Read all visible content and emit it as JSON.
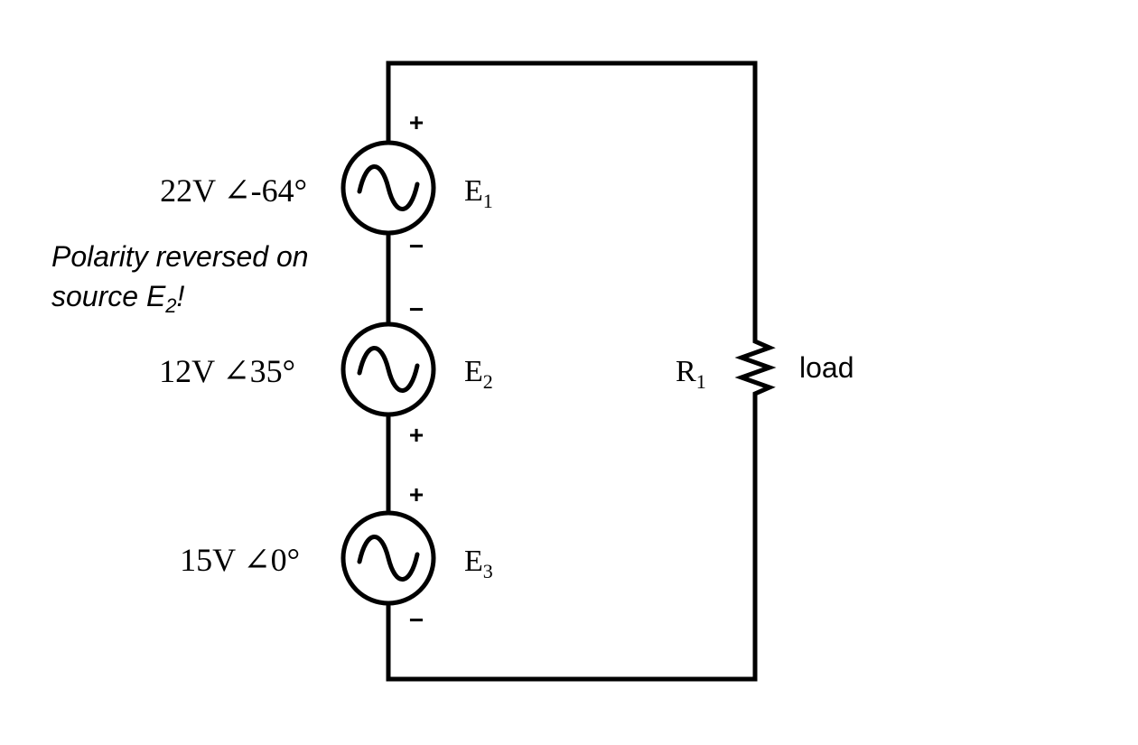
{
  "sources": [
    {
      "label": "E",
      "sub": "1",
      "value": "22V ∠-64°",
      "top_polarity": "+",
      "bottom_polarity": "−"
    },
    {
      "label": "E",
      "sub": "2",
      "value": "12V ∠35°",
      "top_polarity": "−",
      "bottom_polarity": "+"
    },
    {
      "label": "E",
      "sub": "3",
      "value": "15V ∠0°",
      "top_polarity": "+",
      "bottom_polarity": "−"
    }
  ],
  "note": {
    "line1": "Polarity reversed on",
    "line2_prefix": "source E",
    "line2_sub": "2",
    "line2_suffix": "!"
  },
  "resistor": {
    "label": "R",
    "sub": "1",
    "description": "load"
  }
}
